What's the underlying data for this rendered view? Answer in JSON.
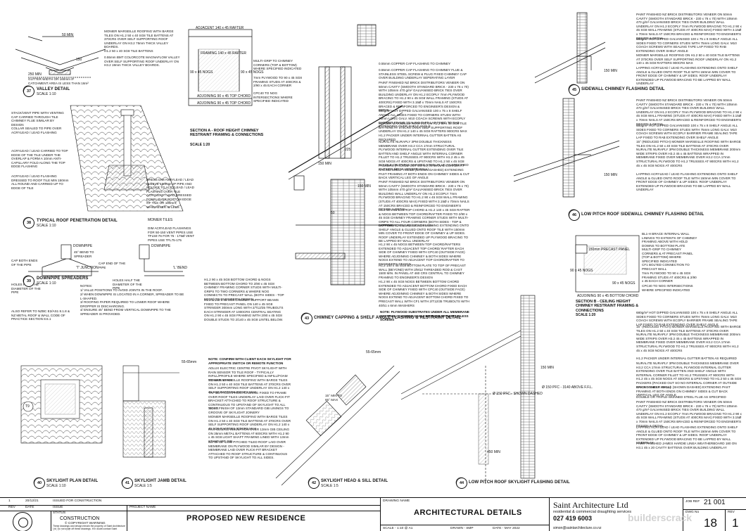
{
  "details": {
    "valley": {
      "num": "37",
      "title": "VALLEY DETAIL",
      "scale": "SCALE 1:10",
      "notes": [
        "MONIER MARSEILLE ROOFING WITH BARGE TILES ON H1.2 50 x 40 SG8 TILE BATTENS AT 370CRS OVER SELF SUPPORTING ROOF UNDERLAY ON H3.2 75mm THICK VALLEY BOARDS.",
        "H1.2 50 x 40 SG8 TILE BATTENS",
        "0.55mm BMT COLORCOTE MAGNAFLOW VALLEY OVER SELF SUPPORTING ROOF UNDERLAY ON H3.2 19mm THICK VALLEY BOARDS."
      ],
      "dims": [
        "50 MIN",
        "250 MIN",
        "GUTTER WIDTH OR 160mm IF CATCHMENT AREA IS LESS THAN 16m²",
        "150"
      ]
    },
    "penetration": {
      "num": "38",
      "title": "TYPICAL ROOF PENETRATION DETAIL",
      "scale": "SCALE 1:10",
      "notes": [
        "STACK/VENT PIPE WITH VENTING CAP CARRIED THROUGH TILE CHIMNEY FLUE SIMILAR BY DESIGN",
        "COLLAR SEALED TO PIPE OVER ACRYLEAD / LEAD FLASHING",
        "ACRYLEAD / LEAD CARRIED TO TOP EDGE OF THE TILE UNDER THE OVERLAP & FORM A 10mm ANTI-CAPILLARY FOLD ALONG THE TOP EDGE FLASHING",
        "ACRYLEAD / LEAD FLASHING DRESSED TO ROOF TILE MIN 150mm ALL ROUND AND CARRIED UP TO EDGE OF TILE",
        "DRESS DIM ACRYLEAD / LEAD SLEEVE 160mm UP PIPE AND SOLDER TO ACRYLEAD / LEAD FLASHING OVER TILE",
        "ACRYLEAD / LEAD DRESSED DOWN OVER BOTTOM EDGE OF TILE OR 150mm, WHICHEVER IS LESS",
        "MONIER TILES",
        "DIM ACRYLEAD FLASHINGS FOR 50-150 VENT PIPES USE TFL50-76 FOR 75 - 175Ø VENT PIPES USE TFL75-175"
      ]
    },
    "downpipe": {
      "num": "39",
      "title": "DOWNPIPE SPREADERS",
      "scale": "SCALE 1:10",
      "labels": [
        "DOWNPIPE",
        "DOWNPIPE",
        "CAP BOTH ENDS OF THE PIPE",
        "45° BEND TO SPREADER",
        "CAP END OF THE PIPE",
        "'T' JUNCTION",
        "HOLES HALF THE DIAMETER OF THE PIPE",
        "'L' BEND",
        "HOLES HALF THE DIAMETER OF THE PIPE"
      ],
      "notes": [
        "NOTES:",
        "1/ VALLE POSITIONS TO AVOID JOINTS IN THE ROOF.",
        "2/ WHEN DOWNPIPE IS LOCATED IN A CORNER, SPREADER TO BE L-SHAPED.",
        "3/ ROOFING PAPER REQUIRED TO LOWER ROOF WHERE DROPPER IS DISCHARGING.",
        "4/ ENSURE 45° BEND FROM VERTICAL DOWNPIPE TO THE SPREADER IS PROVIDED.",
        "ALSO REFER TO NZBC E2/AS1 8.1.8 & NZ METAL ROOF & WALL CODE OF PRACTICE SECTION 8.5.1"
      ]
    },
    "sectionA": {
      "title": "SECTION A - ROOF HEIGHT CHIMNEY RESTRAINT FRAMING & CONNECTIONS",
      "scale": "SCALE 1:20",
      "labels": [
        "ADJACENT 140 x 45 RAFTER",
        "FRAMING 140 x 45 RAFTER",
        "90 x 45 NOGS",
        "90 x 45 NOGS",
        "ADJOINING 90 x 45 TOP CHORD",
        "ADJOINING 90 x 45 TOP CHORD"
      ],
      "notes": [
        "MULTI-GRIP TO CHIMNEY CORNERS (TOP & BOTTOM) WHERE SPECIFIED INDICATED",
        "7mm PLYWOOD TO 90 x 45 SG8 FRAMING STUDS AT 400CRS & 2/90 x 45 EACH CORNER",
        "CPC40 TO NOG INTERSECTIONS WHERE SPECIFIED INDICATED"
      ]
    },
    "capping": {
      "num": "43",
      "title": "CHIMNEY CAPPING & SHELF ANGLE FLASHING & RESTRAINT DETAIL",
      "notes": [
        "0.55mm COPPER CAP FLASHING TO CHIMNEY",
        "0.55mm COPPER CAP FLASHING TO CHIMNEY FLUE & STAINLESS STEEL SCREW & PLUG FIXED CHIMNEY CAP OVER BUILDING UNDERLAY SEPERATING LAYER",
        "PAINT FINISHED NZ BRICK DISTRIBUTORS VENEER ON 50mm CAVITY (SMOOTH STANDARD BRICK - 230 x 76 x 70) WITH 105mm 470 g/m² GALVANISED BRICK TIES OVER BUILDING UNDERLAY ON H1.2 ECOPLY 7mm PLYWOOD BRACING TO H1.2 90 x 45 SG8 WALL FRAMING (STUDS AT 400CRS) FIXED WITH 3.15Ø x 70mm NAILS AT 150CRS BRACED & REINFORCED TO ENGINEER'S DESIGN & DETAIL.",
        "680g/m² HOT DIPPED GALVANISED 100 x 75 x 8 SHELF ANGLE ALL SIDES FIXED TO CORNERS STUDS WITH 75mm LONG GALV. M10 COACH SCREWS WITH ECOPLY BARRIER FRAME SEALING TAPE LAP FIXED TO RAB EXTENDING OVER SHELF ANGLE",
        "MONIER MARSEILLE ROOFING ON H1.2 50 x 40 SG8 TILE BATTENS AT 370CRS OVER SELF SUPPORTING ROOF UNDERLAY ON H1.2 140 x 45 SG8 RAFTERS 900CRS MAX",
        "H1.2 PACKER UNDER INTERNAL GUTTER BATTEN AS REQUIRED",
        "NURALITE NURAPLY 3PM DOUBLE THICKNESS MEMBRANE OVER H3.2 CCA 17mm STRUCTURAL PLYWOOD INTERNAL GUTTER EXTENDING OVER TILE BATTEN AND SHELF ANGLE WITH INTERNAL CORNER FILLET TO H1.2 TRUSSES AT 900CRS WITH H1.2 45 x 45 SG8 NOGS AT 400CRS & UPSTAND TO H1.2 50 x 45 SG8 PACKERS (PACKED OUT SO NO INTERNAL CORNER AT OUTSIDE BRICK VENEER WALL)",
        "DOUBLE OR TRIPLE-SKINNED STEEL FLUE AS SPECIFIED",
        "RAKING SHELF ANGLE (SHOWN DASHED) EXTENDING PAST FRAMING AT BOTH ENDS ON CHIMNEY SIDES & CUT BACK VERTICAL LEG OF ANGLE",
        "PAINT FINISHED NZ BRICK DISTRIBUTORS VENEER ON 50mm CAVITY (SMOOTH STANDARD BRICK - 230 x 76 x 70) WITH 105mm 470 g/m² GALVANISED BRICK TIES OVER BUILDING WALL UNDERLAY ON H1.2 ECOPLY 7mm PLYWOOD BRACING TO H1.2 90 x 45 SG8 WALL FRAMING (STUDS AT 400CRS MAX) FIXED WITH 3.15Ø x 70mm NAILS AT 150CRS BRACED & REINFORCED TO ENGINEER'S DESIGN & DETAIL.",
        "H1.2 90 x 45 SG8 TOP CHORD & H1.2 140 x 45 SG8 RAFTER & NOGS BETWEEN TOP CHORD/RAFTER FIXED TO 2/90 x 45 SG8 CHIMNEY FRAMING CORNER STUDS WITH MULTI-GRIPS TO ALL FOUR CORNERS (BOTH SIDES - TOP & BOTTOM) TO ENGINEER'S DESIGN",
        "LAPPING ACRYLEAD / LEAD FLASHING EXTENDING ONTO SHELF ANGLE & GLUED ONTO ROOF TILE WITH 150mm MIN COVER TO FRONT EDGE OF CHIMNEY & UP SIDES. ROOF UNDERLAY EXTENDED UP PLYWOOD BRACING TO BE LAPPED BY WALL UNDERLAY",
        "H1.2 90 x 45 NOGS BETWEEN TOP CHORD/RAFTERS EXTENDED TO ADJACENT TOP CHORD/ RAFTER EACH SIDE OF CHIMNEY FIXED WITH CPC40 (OUTSIDE FACE) WHERE ADJOINING CHIMNEY & BOTH SIDES WHERE NOGS EXTEND TO ADJACENT TOP CHORD/RAFTER TO ENGINEERS DESIGN",
        "H1.2 140 x 45 SG8 BOTTOM PLATE TO TOP OF PRECAST WALL (BEYOND) WITH 2/M12 THREADED ROD & CAST 1500 MIN. IN PANEL AT 460 CRS CENTRAL TO CHIMNEY FRAMING TO ENGINEER'S DESIGN",
        "H1.2 90 x 45 SG8 NOGS BETWEEN BOTTOM CHORD EXTENDED TO ADJACENT BOTTOM CHORD FIXED EACH SIDE OF CHIMNEY FIXED WITH CPC40 (OUTSIDE FACE) WHERE ADJOINING CHIMNEY & BOTH SIDES WHERE NOGS EXTEND TO ADJACENT BOTTOM CHORD FIXED TO PRECAST WALL WITH CF1 WITH 2/T12/35 TRUBOLTS WITH 40/51 x 6mm WASHERS"
      ],
      "midnotes": [
        "H1.2 90 x 45 SG8 BOTTOM CHORD & NOGS BETWEEN BOTTOM CHORD TO 2/90 x 45 SG8 CHIMNEY FRAMING CORNER STUDS WITH MULTI-GRIPS TO TWO CORNERS & WHERE NOG CONNECTS TO PRECAST WALL (BOTH SIDES - TOP EDGE) TO ENGINEER'S DESIGN",
        "H1.2 2/140 x 45 SG8 CHIMNEY SUPPORT BEAMS FIXED TO PRECAST PANEL ON 140 x 45 SG8 STRINGER 300mm LONG WITH 2/T12/35 TRUBOLTS EACH STRINGER AT 1000CRS CENTRAL SEATING ON H1.2 90 x 45 SG8 FRAMING WITH 2/90 x 45 SG8 DOUBLE STUDS TO 2/140 x 45 SG8 LINTEL BELOW."
      ],
      "bottomnote": "NOTE: PLYWOOD SUBSTRATES UNDER ALL MEMBRANE SYSTEM LOCATIONS SHALL BE FIXED WITH STAINLESS SCREWS",
      "dims": [
        "150 MIN",
        "150 MIN",
        "50",
        "225"
      ]
    },
    "sidewall": {
      "num": "45",
      "title": "SIDEWALL CHIMNEY FLASHING DETAIL",
      "notes": [
        "PAINT FINISHED NZ BRICK DISTRIBUTORS VENEER ON 50mm CAVITY (SMOOTH STANDARD BRICK - 230 x 76 x 70) WITH 105mm 470 g/m² GALVANISED BRICK TIES OVER BUILDING WALL UNDERLAY ON H1.2 ECOPLY 7mm PLYWOOD BRACING TO H1.2 90 x 45 SG8 WALL FRAMING (STUDS AT 400CRS MAX) FIXED WITH 3.15Ø x 70mm NAILS AT 150CRS BRACED & REINFORCED TO ENGINEER'S DESIGN & DETAIL",
        "680g/m² HOT DIPPED GALVANISED 100 x 75 x 8 SHELF ANGLE ALL SIDES FIXED TO CORNERS STUDS WITH 75mm LONG GALV. M10 COACH SCREWS WITH SEALING TAPE LAP FIXED TO RAB EXTENDING OVER SHELF ANGLE",
        "MONIER MARSEILLE ROOFING ON H1.2 50 x 40 SG8 TILE BATTENS AT 370CRS OVER SELF SUPPORTING ROOF UNDERLAY ON H1.2 140 x 45 SG8 RAFTERS 900CRS MAX",
        "LAPPING ACRYLEAD / LEAD FLASHING EXTENDING ONTO SHELF ANGLE & GLUED ONTO ROOF TILE WITH 150mm MIN COVER TO FRONT EDGE OF CHIMNEY & UP SIDES. ROOF UNDERLAY EXTENDED UP PLYWOOD BRACING TO BE LAPPED BY WALL UNDERLAY"
      ],
      "dim": "150 MIN"
    },
    "lowpitchSidewall": {
      "num": "46",
      "title": "LOW PITCH ROOF SIDEWALL CHIMNEY FLASHING DETAIL",
      "notes": [
        "PAINT FINISHED NZ BRICK DISTRIBUTORS VENEER ON 50mm CAVITY (SMOOTH STANDARD BRICK - 230 x 76 x 70) WITH 105mm 470 g/m² GALVANISED BRICK TIES OVER BUILDING WALL UNDERLAY ON H1.2 ECOPLY 7mm PLYWOOD BRACING TO H1.2 90 x 45 SG8 WALL FRAMING (STUDS AT 400CRS MAX) FIXED WITH 3.15Ø x 70mm NAILS AT 150CRS BRACED & REINFORCED TO ENGINEER'S DESIGN & DETAIL",
        "680g/m² HOT DIPPED GALVANISED 100 x 75 x 8 SHELF ANGLE ALL SIDES FIXED TO CORNERS STUDS WITH 75mm LONG GALV. M10 COACH SCREWS WITH ECOPLY BARRIER FRAME SEALING TAPE LAP FIXED TO RAB EXTENDING OVER SHELF ANGLE",
        "15° (REDUCED PITCH) MONIER MARSEILLE ROOFING WITH BARGE TILES ON H1.2 50 x 40 SG8 TILE BATTENS AT 370CRS OVER NURALITE NURAPLY 3PM DOUBLE THICKNESS MEMBRANE 200mm WIDE STRIPS OVER H3.2 45 x 45 BATTENS WRAPPED IN MEMBRANE FIXED OVER MEMBRANE OVER H3.2 CCA 17mm STRUCTURAL PLYWOOD TO H1.2 TRUSSES AT 900CRS WITH H1.2 45 x 45 SG8 NOGS AT 400CRS",
        "LAPPING ACRYLEAD / LEAD FLASHING EXTENDING ONTO SHELF ANGLE & GLUED ONTO ROOF TILE WITH 150mm MIN COVER TO FRONT EDGE OF CHIMNEY & UP SIDES. ROOF UNDERLAY EXTENDED UP PLYWOOD BRACING TO BE LAPPED BY WALL UNDERLAY"
      ],
      "dim": "150 MIN"
    },
    "sectionB": {
      "title": "SECTION B - CEILING HEIGHT CHIMNEY RESTRAINT FRAMING & CONNECTIONS",
      "scale": "SCALE 1:20",
      "labels": [
        "150mm PRECAST PANEL",
        "ADJOINING 90 x 45 BOTTOM CHORD",
        "90 x 45 NOGS",
        "90 x 45 NOGS"
      ],
      "notes": [
        "BL1-H BRACE INTERNAL WALL LININGS TO EXTENTS OF CHIMNEY FRAMING ABOVE WITH HOLD DOWNS TO BOTTOM PLATE",
        "MULTI-GRIP TO CHIMNEY CORNERS & AT PRECAST PANEL (TOP & BOTTOM) WHERE SPECIFIED INDICATED",
        "CF1 BOLTED CONNECTION TO PRECAST WALL",
        "7mm PLYWOOD TO 90 x 45 SG8 FRAMING STUDS AT 400CRS & 2/90 x 45 EACH CORNER",
        "CPC40 TO NOG INTERSECTIONS WHERE SPECIFIED INDICATED"
      ]
    },
    "skylightPlan": {
      "num": "40",
      "title": "SKYLIGHT PLAN DETAIL",
      "scale": "SCALE 1:10",
      "ref": "T9"
    },
    "skylightJamb": {
      "num": "41",
      "title": "SKYLIGHT JAMB DETAIL",
      "scale": "SCALE 1:5",
      "notes": [
        "NOTE: CONFIRM WITH CLIENT EACH SKYLIGHT FOR APPROPRIATE SWITCH OR REMOTE FUNCTION",
        "ADLUX ELECTRIC CENTRE PIVOT SKYLIGHT WITH RAIN SENSOR TO TILE ROOF - TYPICALLY INFILL/PROFILE WHERE SPECIFIED & INFILL/FOAM TO MAIN STAIR",
        "MONIER MARSEILLE ROOFING WITH BARGE TILES ON H1.2 50 x 40 SG8 TILE BATTENS AT 370CRS OVER SELF SUPPORTING ROOF UNDERLAY ON H1.2 140 x 45 SG8 RAFTERS 900CRS MAX",
        "TRF BOTTOM APRON FLASHING FIXED TO FRAME OVER ROOF TILES UNDERLAY LAID OVER FLICK-FIT BRACKET ATTACHED TO ROOF STRUCTURE & CONTINUOUS TO UPSTAND OF SKYLIGHT TO ALL SIDES.",
        "TIGHT FINISH OF 13mm STANDARD GIB LININGS TO GROOVE OF SKYLIGHT JOINERY",
        "MONIER MARSEILLE ROOFING WITH BARGE TILES ON H1.2 50 x 40 SG8 TILE BATTENS AT 370CRS OVER SELF SUPPORTING ROOF UNDERLAY ON H1.2 140 x 45 SG8 RAFTERS 900CRS MAX",
        "R4.0 CEILING INSULATION OVER 13mm GIB CEILING ON 35mm METAL BATTENS AT 600CRS WITH H1.2 90 x 45 SG8 LIGHT SHAFT FRAMING LINED WITH 13mm STANDARD GIB",
        "NOTE: 15° LOW PITCHED TILED ROOF LAID OVER MEMBRANE ON PLYWOOD SIMILAR BY DESIGN - MEMBRANE LAID OVER FLICK-FIT BRACKET ATTACHED TO ROOF STRUCTURE & CONTINUOUS TO UPSTAND OF SKYLIGHT TO ALL SIDES."
      ],
      "dim": "55-65mm"
    },
    "skylightHead": {
      "num": "42",
      "title": "SKYLIGHT HEAD & SILL DETAIL",
      "scale": "SCALE 1:5",
      "dims": [
        "15° MIN TO 65° MAX",
        "55-65mm"
      ]
    },
    "lowpitchRoof": {
      "num": "44",
      "title": "LOW PITCH ROOF SKYLIGHT FLASHING DETAIL",
      "notes": [
        "680g/m² HOT DIPPED GALVANISED 100 x 75 x 8 SHELF ANGLE ALL SIDES FIXED TO CORNERS STUDS WITH 75mm LONG GALV. M10 COACH SCREWS WITH ECOPLY BARRIER FRAME SEALING TAPE LAP FIXED TO RAB EXTENDING OVER SHELF ANGLE",
        "15° (REDUCED PITCH) MONIER MARSEILLE ROOFING WITH BARGE TILES ON H1.2 50 x 40 SG8 TILE BATTENS AT 370CRS OVER NURALITE NURAPLY 3PM DOUBLE THICKNESS MEMBRANE 200mm WIDE STRIPS OVER H3.2 45 x 45 BATTENS WRAPPED IN MEMBRANE FIXED OVER MEMBRANE OVER H3.2 CCA 17mm STRUCTURAL PLYWOOD TO H1.2 TRUSSES AT 900CRS WITH H1.2 45 x 45 SG8 NOGS AT 400CRS",
        "H1.2 PACKER UNDER INTERNAL GUTTER BATTEN AS REQUIRED",
        "NURALITE NURAPLY 3PM DOUBLE THICKNESS MEMBRANE OVER H3.2 CCA 17mm STRUCTURAL PLYWOOD INTERNAL GUTTER EXTENDING OVER TILE BATTEN AND SHELF ANGLE WITH INTERNAL CORNER FILLET TO H1.2 TRUSSES AT 900CRS WITH H1.2 45 x 45 SG8 NOGS AT 400CRS & UPSTAND TO H1.2 50 x 45 SG8 PACKERS (PACKED OUT SO NO INTERNAL CORNER AT OUTSIDE BRICK VENEER WALL)",
        "RAKING SHELF ANGLE (SHOWN DASHED) EXTENDING PAST FRAMING AT BOTH ENDS ON CHIMNEY SIDES & CUT BACK VERTICAL LEG OF ANGLE",
        "DOUBLE OR TRIPLE-SKINNED STEEL FLUE AS SPECIFIED",
        "PAINT FINISHED NZ BRICK DISTRIBUTORS VENEER ON 50mm CAVITY (SMOOTH STANDARD BRICK - 230 x 76 x 70) WITH 105mm 470 g/m² GALVANISED BRICK TIES OVER BUILDING WALL UNDERLAY ON H1.2 ECOPLY 7mm PLYWOOD BRACING TO H1.2 90 x 45 SG8 WALL FRAMING (STUDS AT 400CRS MAX) FIXED WITH 3.15Ø x 70mm NAILS AT 150CRS BRACED & REINFORCED TO ENGINEER'S DESIGN & DETAIL.",
        "LAPPING ACRYLEAD / LEAD FLASHING EXTENDING ONTO SHELF ANGLE & GLUED ONTO ROOF TILE WITH 150mm MIN COVER TO FRONT EDGE OF CHIMNEY & UP SIDES. ROOF UNDERLAY EXTENDED UP PLYWOOD BRACING TO BE LAPPED BY WALL UNDERLAY",
        "PAINT FINISHED JAMES HARDIE LINEA WEATHERBOARD 180 ON H3.1 45 x 20 CAVITY BATTENS OVER BUILDING UNDERLAY"
      ],
      "dims": [
        "Ø 150 PFC - SHOWN DASHED",
        "Ø 150 PFC - 3140 ABOVE F.F.L.",
        "150 MIN",
        "450 MIN"
      ]
    }
  },
  "titleblock": {
    "revision": "1",
    "rev_date": "20/12/21",
    "rev_desc": "ISSUED FOR CONSTRUCTION",
    "rev_label": "REV",
    "date_label": "DATE",
    "issue_label": "ISSUE",
    "status_label": "STATUS",
    "status": "CONSTRUCTION",
    "copyright": "© COPYRIGHT WARNING",
    "copyright_text": "These drawings and design remain the property of Saint Architecture Ltd. Do not scale off these drawings. If in doubt contact Saint Architecture Ltd.",
    "project_label": "PROJECT NAME",
    "project": "PROPOSED NEW RESIDENCE",
    "drawing_label": "DRAWING NAME",
    "drawing": "ARCHITECTURAL DETAILS",
    "scale": "SCALE - 1:10 @ A1",
    "drawn": "DRAWN - SMP",
    "date": "DATE - MAY 2022",
    "company": "Saint Architecture Ltd",
    "tagline": "residential & commercial draughting services",
    "phone": "027 419 6003",
    "email": "simon@saintarchitecture.co.nz",
    "job_ref_label": "JOB REF",
    "job_ref": "21 001",
    "dwg_label": "DWG No",
    "dwg_no": "18",
    "rev_no_label": "REV",
    "rev_no": "1",
    "watermark": "builderscrack"
  },
  "colors": {
    "ink": "#111111",
    "hatch": "#555555",
    "paper": "#ffffff"
  }
}
